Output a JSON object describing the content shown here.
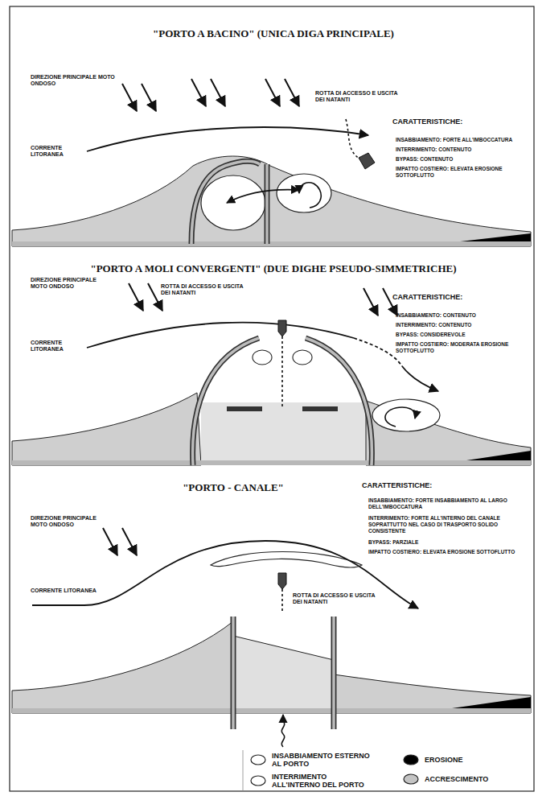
{
  "diagram": {
    "labels": [
      "\"PORTO A BACINO\" (UNICA DIGA PRINCIPALE)",
      "DIREZIONE PRINCIPALE MOTO ONDOSO",
      "ROTTA DI ACCESSO E USCITA DEI NATANTI",
      "CORRENTE LITORANEA",
      "CARATTERISTICHE:",
      "INSABBIAMENTO: FORTE ALL'IMBOCCATURA",
      "INTERRIMENTO: CONTENUTO",
      "BYPASS: CONTENUTO",
      "IMPATTO COSTIERO: ELEVATA EROSIONE SOTTOFLUTTO",
      "\"PORTO A MOLI CONVERGENTI\" (DUE DIGHE PSEUDO-SIMMETRICHE)",
      "DIREZIONE PRINCIPALE MOTO ONDOSO",
      "ROTTA DI ACCESSO E USCITA DEI NATANTI",
      "CORRENTE LITORANEA",
      "CARATTERISTICHE:",
      "INSABBIAMENTO: CONTENUTO",
      "INTERRIMENTO: CONTENUTO",
      "BYPASS: CONSIDEREVOLE",
      "IMPATTO COSTIERO: MODERATA EROSIONE SOTTOFLUTTO",
      "\"PORTO - CANALE\"",
      "CARATTERISTICHE:",
      "INSABBIAMENTO: FORTE INSABBIAMENTO AL LARGO DELL'IMBOCCATURA",
      "INTERRIMENTO: FORTE ALL'INTERNO DEL CANALE SOPRATTUTTO NEL CASO DI TRASPORTO SOLIDO CONSISTENTE",
      "BYPASS: PARZIALE",
      "IMPATTO COSTIERO: ELEVATA EROSIONE SOTTOFLUTTO",
      "DIREZIONE PRINCIPALE MOTO ONDOSO",
      "ROTTA DI ACCESSO E USCITA DEI NATANTI",
      "CORRENTE LITORANEA"
    ],
    "legend": [
      {
        "text": "INSABBIAMENTO ESTERNO AL PORTO"
      },
      {
        "text": "INTERRIMENTO ALL'INTERNO DEL PORTO"
      },
      {
        "text": "EROSIONE",
        "color": "#000000"
      },
      {
        "text": "ACCRESCIMENTO",
        "color": "#c4c4c4"
      }
    ]
  }
}
